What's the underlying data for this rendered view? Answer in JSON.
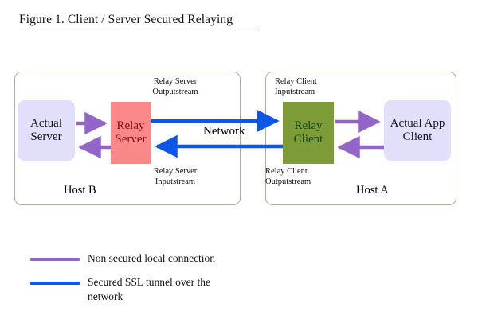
{
  "figure": {
    "title": "Figure 1. Client / Server Secured Relaying"
  },
  "hosts": {
    "left": {
      "label": "Host B",
      "nodes": {
        "actual_server": {
          "line1": "Actual",
          "line2": "Server"
        },
        "relay_server": {
          "line1": "Relay",
          "line2": "Server"
        }
      },
      "stream_labels": {
        "outputstream": {
          "line1": "Relay Server",
          "line2": "Outputstream"
        },
        "inputstream": {
          "line1": "Relay Server",
          "line2": "Inputstream"
        }
      }
    },
    "right": {
      "label": "Host A",
      "nodes": {
        "relay_client": {
          "line1": "Relay",
          "line2": "Client"
        },
        "actual_app_client": {
          "line1": "Actual App",
          "line2": "Client"
        }
      },
      "stream_labels": {
        "inputstream": {
          "line1": "Relay Client",
          "line2": "Inputstream"
        },
        "outputstream": {
          "line1": "Relay Client",
          "line2": "Outputstream"
        }
      }
    }
  },
  "network": {
    "label": "Network"
  },
  "legend": {
    "items": [
      {
        "swatch_name": "purple-line-swatch",
        "color": "#9465c9",
        "label": "Non secured local connection"
      },
      {
        "swatch_name": "blue-line-swatch",
        "color": "#0d56e8",
        "line1": "Secured SSL tunnel over the",
        "line2": "network"
      }
    ]
  },
  "colors": {
    "local_connection_arrow": "#9465c9",
    "ssl_tunnel_arrow": "#0d56e8",
    "relay_server_fill": "#fb8888",
    "relay_server_text": "#8c0b14",
    "relay_client_fill": "#7d9c37",
    "relay_client_text": "#0f4a22",
    "endpoint_fill": "#e2dffa",
    "host_border": "#b5aa9a",
    "background": "#ffffff"
  }
}
